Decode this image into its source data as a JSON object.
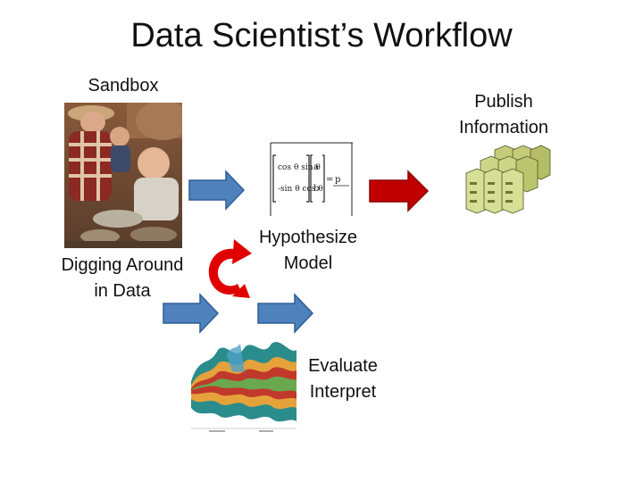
{
  "title": "Data Scientist’s Workflow",
  "labels": {
    "sandbox": "Sandbox",
    "publish_line1": "Publish",
    "publish_line2": "Information",
    "digging_line1": "Digging Around",
    "digging_line2": "in Data",
    "hypothesize_line1": "Hypothesize",
    "hypothesize_line2": "Model",
    "evaluate_line1": "Evaluate",
    "evaluate_line2": "Interpret"
  },
  "colors": {
    "blue_arrow": "#4f81bd",
    "blue_arrow_stroke": "#2f5e97",
    "red_arrow": "#c00000",
    "red_arrow_stroke": "#8b0000",
    "loop_arrow": "#e00000",
    "server_green": "#c4cc7a",
    "server_dark": "#6d7a2e"
  },
  "icons": {
    "photo": "children-digging-photo",
    "equations": "equations-image",
    "servers": "servers-image",
    "streamgraph": "streamgraph-image",
    "loop": "curved-loop-arrow"
  }
}
